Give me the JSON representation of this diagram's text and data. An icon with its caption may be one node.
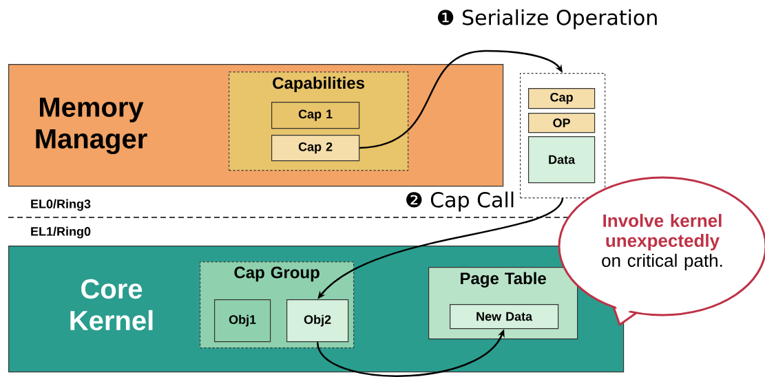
{
  "diagram": {
    "nodes": [
      {
        "text": [
          "Memory Manager"
        ]
      },
      {
        "text": [
          "Capabilities"
        ],
        "in": 0
      },
      {
        "text": [
          "Cap 1"
        ],
        "in": 1
      },
      {
        "text": [
          "Cap 2"
        ],
        "in": 1
      },
      {
        "text": [],
        "shape": "box"
      },
      {
        "text": [
          "Cap"
        ],
        "in": 4
      },
      {
        "text": [
          "OP"
        ],
        "in": 4
      },
      {
        "text": [
          "Data"
        ],
        "in": 4
      },
      {
        "text": [
          "Core Kernel"
        ]
      },
      {
        "text": [
          "Cap Group"
        ],
        "in": 8
      },
      {
        "text": [
          "Obj1"
        ],
        "in": 9
      },
      {
        "text": [
          "Obj2"
        ],
        "in": 9
      },
      {
        "text": [
          "Page Table"
        ],
        "in": 8
      },
      {
        "text": [
          "New Data"
        ],
        "in": 12
      },
      {
        "text": [
          "Involve kernel unexpectedly",
          "on critical path."
        ]
      }
    ],
    "edges": [
      {
        "from": 3,
        "to": 4,
        "arrow": "to",
        "label": "❶ Serialize Operation"
      },
      {
        "from": 4,
        "to": 11,
        "arrow": "to",
        "label": "❷ Cap Call"
      },
      {
        "from": 11,
        "to": 13,
        "arrow": "to"
      }
    ],
    "labels": [
      "EL0/Ring3",
      "EL1/Ring0"
    ]
  }
}
